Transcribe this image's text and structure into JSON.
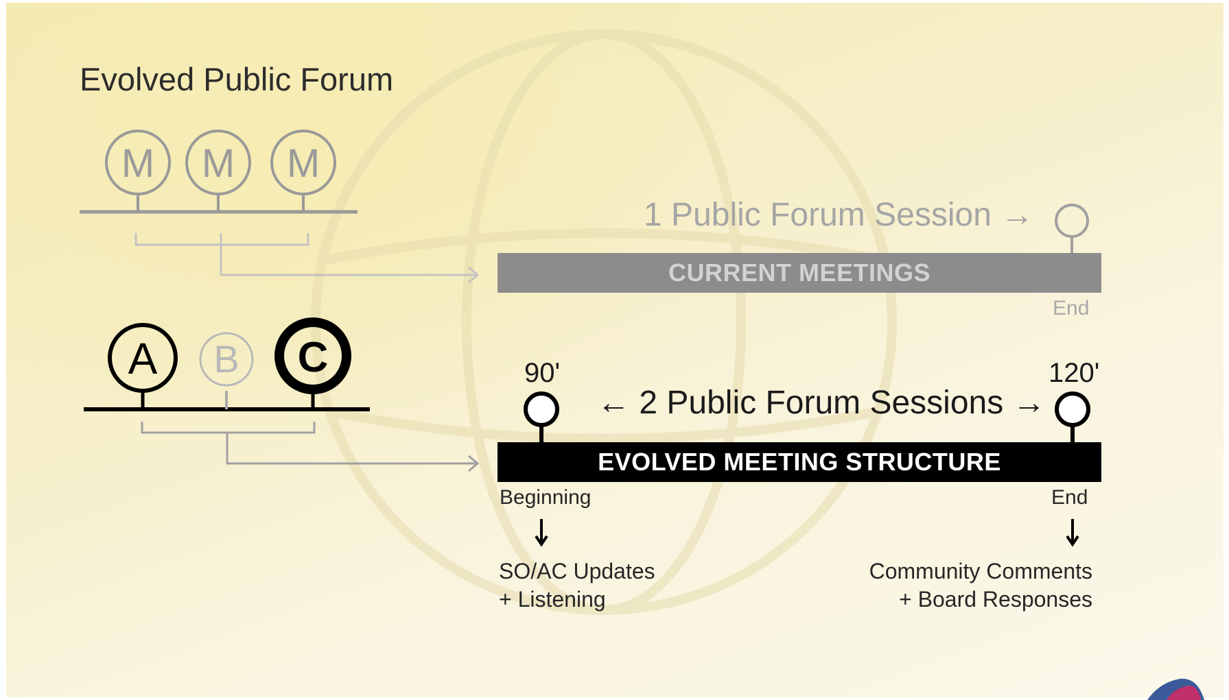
{
  "title": "Evolved Public Forum",
  "current": {
    "session_label": "1 Public Forum Session →",
    "bar_label": "CURRENT MEETINGS",
    "end_label": "End",
    "meeting_letters": [
      "M",
      "M",
      "M"
    ]
  },
  "evolved": {
    "marker_90": "90'",
    "marker_120": "120'",
    "session_label": "← 2 Public Forum Sessions →",
    "bar_label": "EVOLVED MEETING STRUCTURE",
    "beginning_label": "Beginning",
    "end_label": "End",
    "meeting_letters": [
      "A",
      "B",
      "C"
    ],
    "left_note": [
      "SO/AC Updates",
      "+ Listening"
    ],
    "right_note": [
      "Community Comments",
      "+ Board Responses"
    ]
  },
  "colors": {
    "light_gray": "#a5a5a5",
    "current_bar": "#8c8c8c",
    "evolved_bar": "#000000",
    "background": "#f6eec6"
  }
}
